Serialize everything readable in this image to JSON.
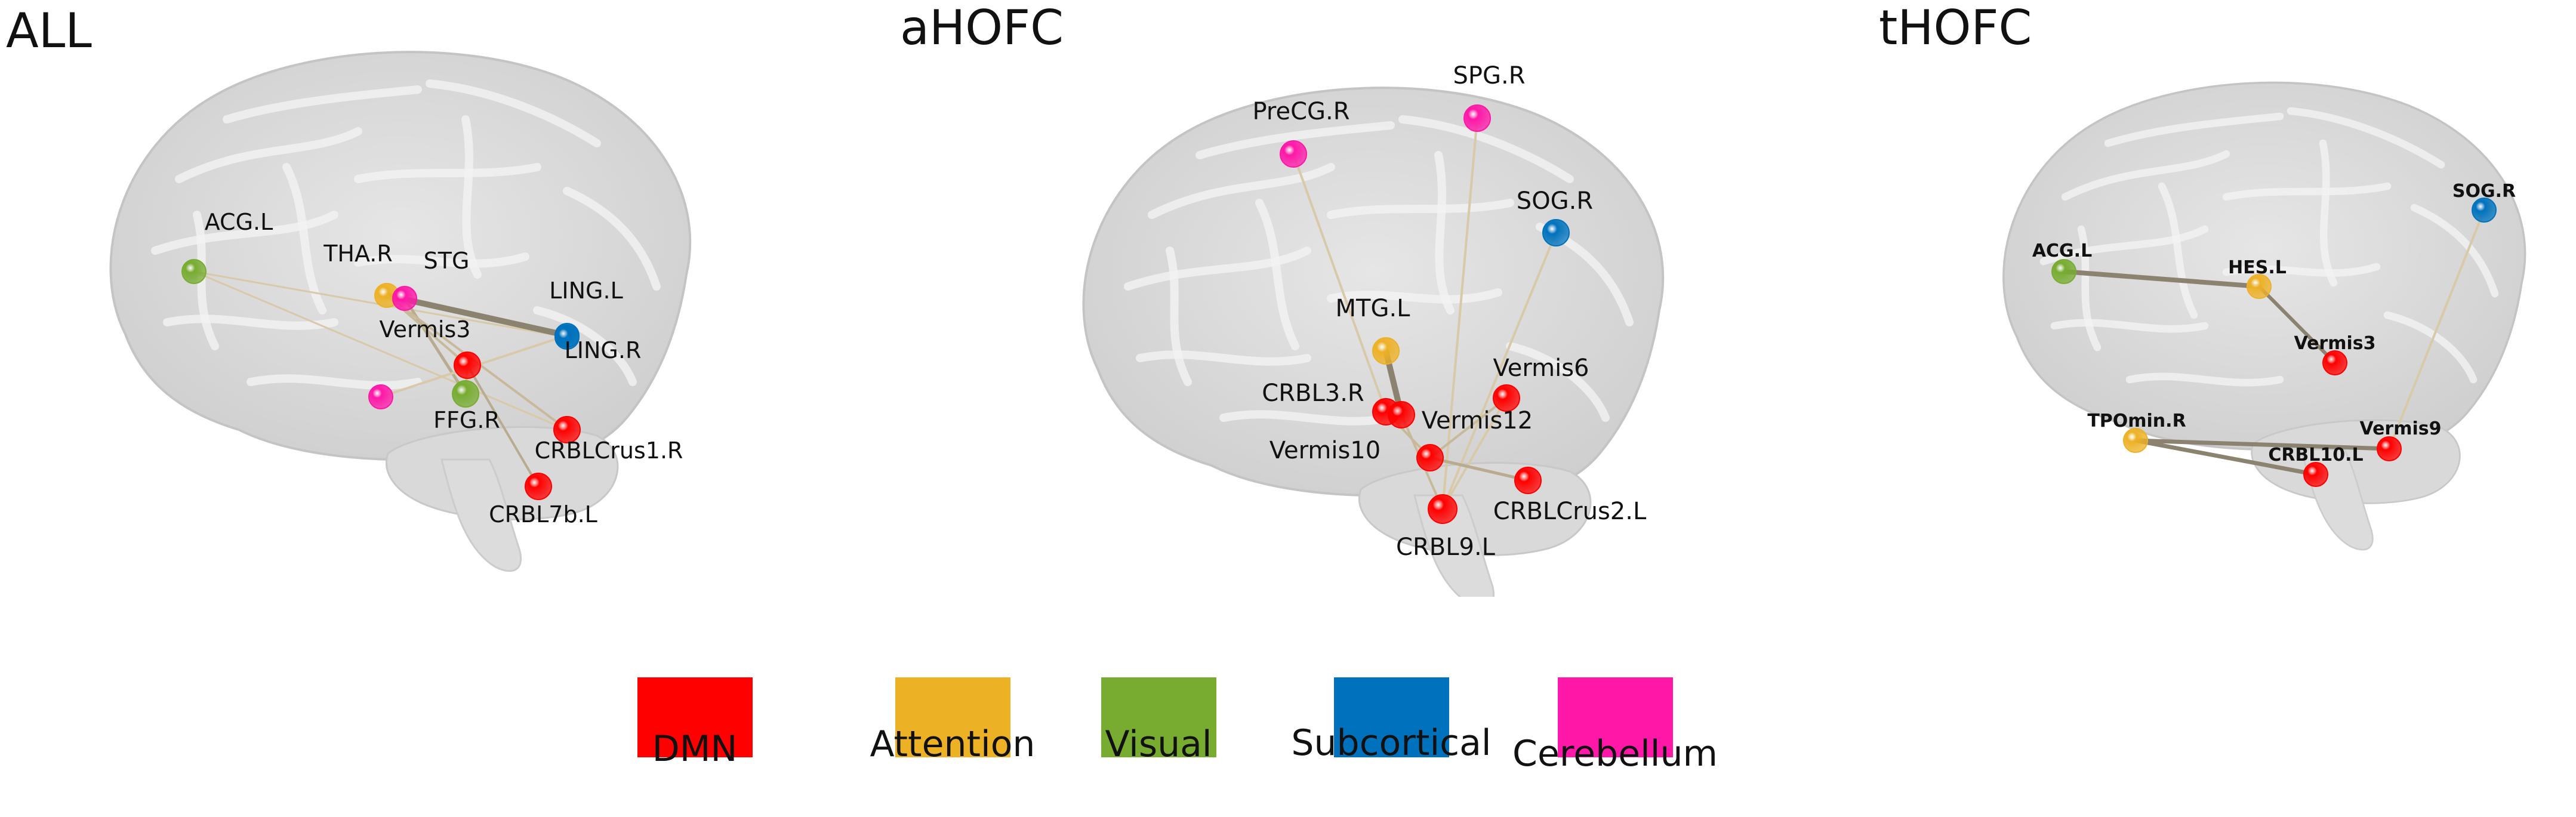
{
  "panels": [
    {
      "title": "ALL",
      "nodes": [
        {
          "label": "ACG.L",
          "network": "Visual"
        },
        {
          "label": "THA.R",
          "network": "Attention"
        },
        {
          "label": "STG",
          "network": "Cerebellum"
        },
        {
          "label": "LING.L",
          "network": "Subcortical"
        },
        {
          "label": "LING.R",
          "network": "Subcortical"
        },
        {
          "label": "Vermis3",
          "network": "DMN"
        },
        {
          "label": "FFG.R",
          "network": "Visual"
        },
        {
          "label": "CRBLCrus1.R",
          "network": "DMN"
        },
        {
          "label": "CRBL7b.L",
          "network": "DMN"
        },
        {
          "label": "",
          "network": "Cerebellum"
        }
      ]
    },
    {
      "title": "aHOFC",
      "nodes": [
        {
          "label": "PreCG.R",
          "network": "Cerebellum"
        },
        {
          "label": "SPG.R",
          "network": "Cerebellum"
        },
        {
          "label": "SOG.R",
          "network": "Subcortical"
        },
        {
          "label": "MTG.L",
          "network": "Attention"
        },
        {
          "label": "Vermis6",
          "network": "DMN"
        },
        {
          "label": "CRBL3.R",
          "network": "DMN"
        },
        {
          "label": "Vermis12",
          "network": "DMN"
        },
        {
          "label": "Vermis10",
          "network": "DMN"
        },
        {
          "label": "CRBLCrus2.L",
          "network": "DMN"
        },
        {
          "label": "CRBL9.L",
          "network": "DMN"
        }
      ]
    },
    {
      "title": "tHOFC",
      "nodes": [
        {
          "label": "SOG.R",
          "network": "Subcortical"
        },
        {
          "label": "ACG.L",
          "network": "Visual"
        },
        {
          "label": "HES.L",
          "network": "Attention"
        },
        {
          "label": "Vermis3",
          "network": "DMN"
        },
        {
          "label": "TPOmin.R",
          "network": "Attention"
        },
        {
          "label": "Vermis9",
          "network": "DMN"
        },
        {
          "label": "CRBL10.L",
          "network": "DMN"
        }
      ]
    }
  ],
  "legend": [
    {
      "label": "DMN",
      "color": "#ff0000"
    },
    {
      "label": "Attention",
      "color": "#edb125"
    },
    {
      "label": "Visual",
      "color": "#77ac30"
    },
    {
      "label": "Subcortical",
      "color": "#0072bd"
    },
    {
      "label": "Cerebellum",
      "color": "#ff17a8"
    }
  ]
}
